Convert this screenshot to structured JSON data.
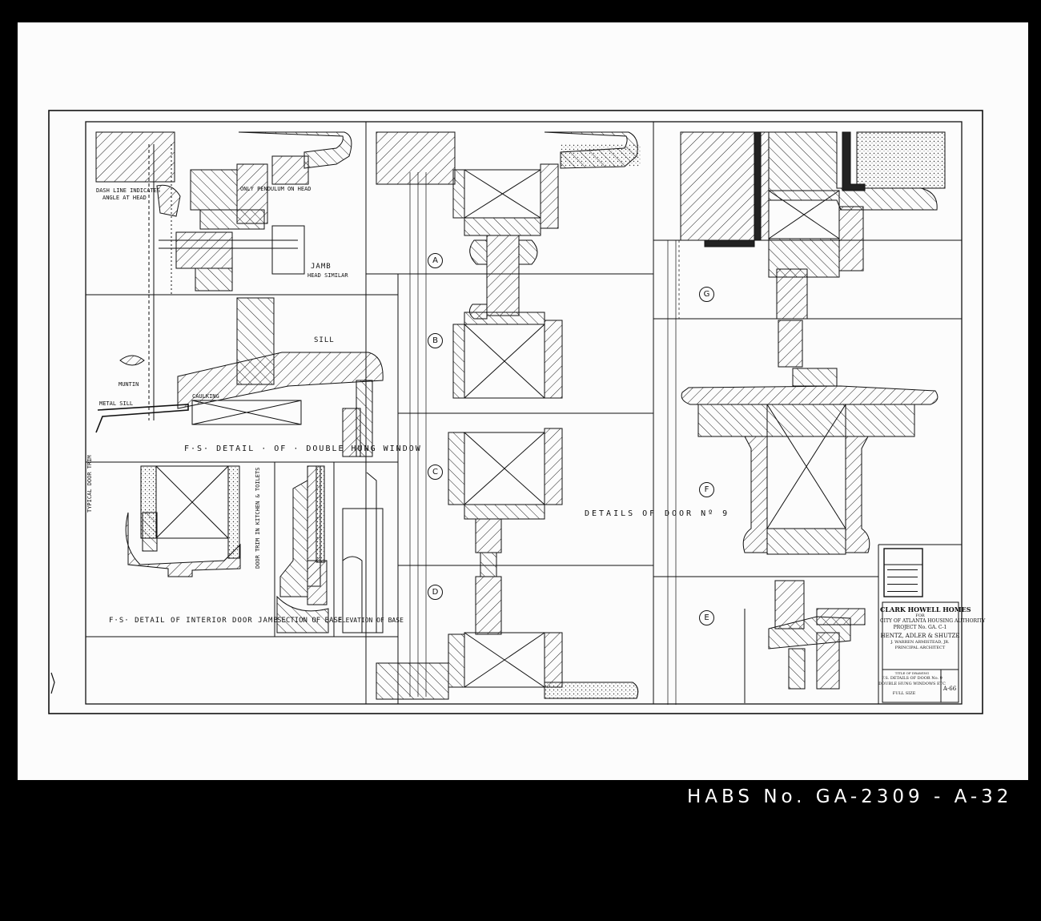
{
  "reference_number": "HABS No. GA-2309 - A-32",
  "labels": {
    "dash_line_note_1": "DASH LINE INDICATES",
    "dash_line_note_2": "ANGLE AT HEAD",
    "only_pendulum": "ONLY PENDULUM ON HEAD",
    "jamb": "JAMB",
    "head_similar": "HEAD SIMILAR",
    "sill": "SILL",
    "muntin": "MUNTIN",
    "metal_sill": "METAL SILL",
    "caulking": "CAULKING",
    "window_detail_title": "F·S· DETAIL · OF · DOUBLE HUNG WINDOW",
    "typical_door_trim": "TYPICAL DOOR TRIM",
    "door_trim_kitchen": "DOOR TRIM IN KITCHEN & TOILETS",
    "interior_jamb_title": "F·S· DETAIL OF INTERIOR DOOR JAMB",
    "section_of_base": "SECTION OF BASE",
    "elevation_of_base": "ELEVATION OF BASE",
    "details_of_door_1": "DETAILS OF",
    "details_of_door_2": "DOOR Nº 9",
    "tag_a": "A",
    "tag_b": "B",
    "tag_c": "C",
    "tag_d": "D",
    "tag_e": "E",
    "tag_f": "F",
    "tag_g": "G"
  },
  "title_block": {
    "project": "CLARK HOWELL HOMES",
    "for": "FOR",
    "authority": "CITY OF ATLANTA HOUSING AUTHORITY",
    "project_no": "PROJECT No. GA. C-1",
    "architects": "HENTZ, ADLER & SHUTZE",
    "armistead": "J. WARREN ARMISTEAD, JR.",
    "principal": "PRINCIPAL ARCHITECT",
    "drawing_title_1": "TITLE OF DRAWING",
    "drawing_title_2": "F.S. DETAILS OF DOOR No. 9",
    "drawing_title_3": "DOUBLE HUNG WINDOWS ETC",
    "scale": "FULL SIZE",
    "sheet_no": "A-66"
  }
}
